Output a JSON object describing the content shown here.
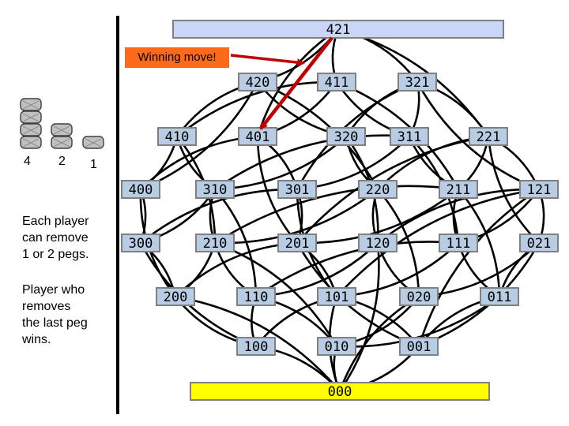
{
  "colors": {
    "node_fill": "#b8cce4",
    "node_border": "#808080",
    "top_fill": "#c9d6f5",
    "bottom_fill": "#ffff00",
    "callout_fill": "#ff6a1a",
    "arrow_color": "#c00000",
    "edge_color": "#000000",
    "peg_fill": "#c0c0c0"
  },
  "callout": {
    "text": "Winning move!"
  },
  "piles": [
    {
      "label": "4",
      "pegs": 4
    },
    {
      "label": "2",
      "pegs": 2
    },
    {
      "label": "1",
      "pegs": 1
    }
  ],
  "rules": [
    "Each player can remove 1 or 2 pegs.",
    "Player who removes the last peg wins."
  ],
  "rule_lines": [
    [
      "Each player",
      "can remove",
      "1 or 2 pegs."
    ],
    [
      "Player who",
      "removes",
      "the last peg",
      "wins."
    ]
  ],
  "nodes": [
    {
      "id": "421",
      "style": "top"
    },
    {
      "id": "420"
    },
    {
      "id": "411"
    },
    {
      "id": "321"
    },
    {
      "id": "410"
    },
    {
      "id": "401"
    },
    {
      "id": "320"
    },
    {
      "id": "311"
    },
    {
      "id": "221"
    },
    {
      "id": "400"
    },
    {
      "id": "310"
    },
    {
      "id": "301"
    },
    {
      "id": "220"
    },
    {
      "id": "211"
    },
    {
      "id": "121"
    },
    {
      "id": "300"
    },
    {
      "id": "210"
    },
    {
      "id": "201"
    },
    {
      "id": "120"
    },
    {
      "id": "111"
    },
    {
      "id": "021"
    },
    {
      "id": "200"
    },
    {
      "id": "110"
    },
    {
      "id": "101"
    },
    {
      "id": "020"
    },
    {
      "id": "011"
    },
    {
      "id": "100"
    },
    {
      "id": "010"
    },
    {
      "id": "001"
    },
    {
      "id": "000",
      "style": "bottom"
    }
  ],
  "edges": [
    [
      "421",
      "420"
    ],
    [
      "421",
      "411"
    ],
    [
      "421",
      "321"
    ],
    [
      "421",
      "401"
    ],
    [
      "421",
      "221"
    ],
    [
      "420",
      "410"
    ],
    [
      "420",
      "400"
    ],
    [
      "420",
      "320"
    ],
    [
      "420",
      "220"
    ],
    [
      "411",
      "410"
    ],
    [
      "411",
      "401"
    ],
    [
      "411",
      "311"
    ],
    [
      "411",
      "211"
    ],
    [
      "321",
      "320"
    ],
    [
      "321",
      "311"
    ],
    [
      "321",
      "301"
    ],
    [
      "321",
      "221"
    ],
    [
      "321",
      "121"
    ],
    [
      "410",
      "400"
    ],
    [
      "410",
      "310"
    ],
    [
      "410",
      "210"
    ],
    [
      "401",
      "400"
    ],
    [
      "401",
      "301"
    ],
    [
      "401",
      "201"
    ],
    [
      "320",
      "310"
    ],
    [
      "320",
      "220"
    ],
    [
      "320",
      "120"
    ],
    [
      "311",
      "310"
    ],
    [
      "311",
      "301"
    ],
    [
      "311",
      "211"
    ],
    [
      "311",
      "111"
    ],
    [
      "221",
      "220"
    ],
    [
      "221",
      "211"
    ],
    [
      "221",
      "201"
    ],
    [
      "221",
      "121"
    ],
    [
      "221",
      "021"
    ],
    [
      "400",
      "300"
    ],
    [
      "400",
      "200"
    ],
    [
      "310",
      "300"
    ],
    [
      "310",
      "210"
    ],
    [
      "310",
      "110"
    ],
    [
      "301",
      "300"
    ],
    [
      "301",
      "201"
    ],
    [
      "301",
      "101"
    ],
    [
      "220",
      "210"
    ],
    [
      "220",
      "120"
    ],
    [
      "220",
      "020"
    ],
    [
      "211",
      "210"
    ],
    [
      "211",
      "201"
    ],
    [
      "211",
      "111"
    ],
    [
      "211",
      "011"
    ],
    [
      "121",
      "120"
    ],
    [
      "121",
      "111"
    ],
    [
      "121",
      "101"
    ],
    [
      "121",
      "021"
    ],
    [
      "121",
      "001"
    ],
    [
      "300",
      "200"
    ],
    [
      "300",
      "100"
    ],
    [
      "210",
      "200"
    ],
    [
      "210",
      "110"
    ],
    [
      "210",
      "010"
    ],
    [
      "201",
      "200"
    ],
    [
      "201",
      "101"
    ],
    [
      "201",
      "001"
    ],
    [
      "120",
      "110"
    ],
    [
      "120",
      "020"
    ],
    [
      "120",
      "000"
    ],
    [
      "111",
      "110"
    ],
    [
      "111",
      "101"
    ],
    [
      "111",
      "011"
    ],
    [
      "021",
      "020"
    ],
    [
      "021",
      "011"
    ],
    [
      "021",
      "001"
    ],
    [
      "200",
      "100"
    ],
    [
      "200",
      "000"
    ],
    [
      "110",
      "100"
    ],
    [
      "110",
      "010"
    ],
    [
      "101",
      "100"
    ],
    [
      "101",
      "001"
    ],
    [
      "101",
      "000"
    ],
    [
      "020",
      "010"
    ],
    [
      "020",
      "000"
    ],
    [
      "011",
      "010"
    ],
    [
      "011",
      "001"
    ],
    [
      "100",
      "000"
    ],
    [
      "010",
      "000"
    ],
    [
      "001",
      "000"
    ]
  ],
  "winning_move": {
    "from": "421",
    "to": "401"
  }
}
